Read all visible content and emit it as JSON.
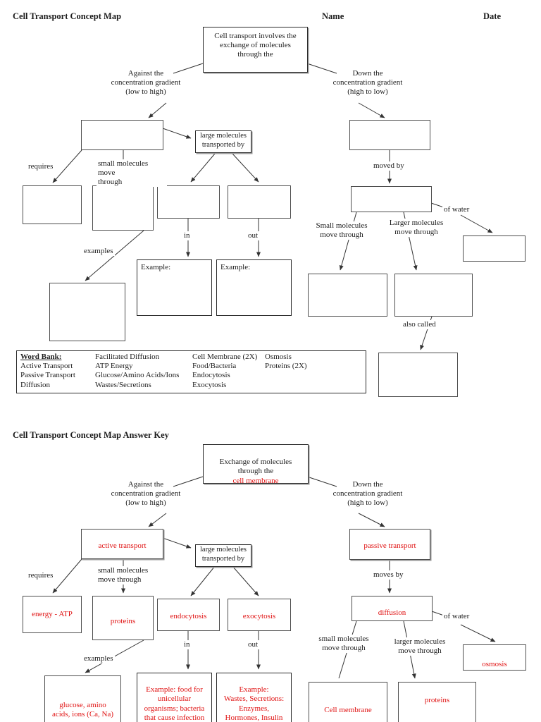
{
  "page": {
    "title": "Cell Transport Concept Map",
    "name_label": "Name",
    "date_label": "Date",
    "answer_key_title": "Cell Transport Concept Map Answer Key"
  },
  "colors": {
    "answer_red": "#e01212",
    "line": "#333333",
    "box_border": "#4d4d4d"
  },
  "map_blank": {
    "root_text": "Cell transport involves the\nexchange of molecules\nthrough the",
    "against_label": "Against the\nconcentration gradient\n(low to high)",
    "down_label": "Down the\nconcentration gradient\n(high to low)",
    "requires_label": "requires",
    "small_molecules_label": "small molecules move\nthrough",
    "large_molecules_box": "large molecules\ntransported by",
    "in_label": "in",
    "out_label": "out",
    "examples_label": "examples",
    "example_prefix_in": "Example:",
    "example_prefix_out": "Example:",
    "moved_by_label": "moved by",
    "small_molecules_right_label": "Small molecules\nmove through",
    "larger_molecules_right_label": "Larger molecules\nmove through",
    "of_water_label": "of water",
    "also_called_label": "also called"
  },
  "word_bank": {
    "title": "Word Bank:",
    "columns": [
      [
        "Active Transport",
        "Passive Transport",
        "Diffusion"
      ],
      [
        "Facilitated Diffusion",
        "ATP Energy",
        "Glucose/Amino Acids/Ions",
        "Wastes/Secretions"
      ],
      [
        "Cell Membrane (2X)",
        "Food/Bacteria",
        "Endocytosis",
        "Exocytosis"
      ],
      [
        "Osmosis",
        "Proteins (2X)"
      ]
    ]
  },
  "map_key": {
    "root_text": "Exchange of molecules\nthrough the",
    "root_answer": "cell membrane",
    "against_label": "Against the\nconcentration gradient\n(low to high)",
    "down_label": "Down the\nconcentration gradient\n(high to low)",
    "requires_label": "requires",
    "small_molecules_label": "small molecules\nmove through",
    "large_molecules_box": "large molecules\ntransported by",
    "in_label": "in",
    "out_label": "out",
    "examples_label": "examples",
    "moves_by_label": "moves by",
    "small_molecules_right_label": "small molecules\nmove through",
    "larger_molecules_right_label": "larger molecules\nmove through",
    "of_water_label": "of water",
    "answers": {
      "active_transport": "active transport",
      "energy_atp": "energy - ATP",
      "proteins_left": "proteins",
      "endocytosis": "endocytosis",
      "exocytosis": "exocytosis",
      "glucose": "glucose, amino\nacids, ions (Ca, Na)",
      "example_in": "Example: food for\nunicellular\norganisms; bacteria\nthat cause infection",
      "example_out": "Example:\nWastes, Secretions:\nEnzymes,\nHormones, Insulin",
      "passive_transport": "passive transport",
      "diffusion": "diffusion",
      "osmosis": "osmosis",
      "cell_membrane": "Cell membrane",
      "proteins_right": "proteins"
    }
  }
}
